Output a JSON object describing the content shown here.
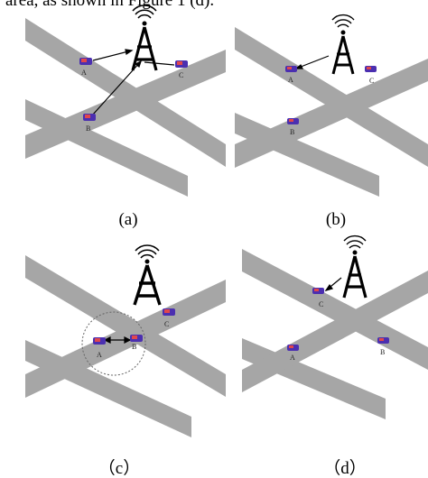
{
  "header_text": "area, as shown in Figure 1 (d).",
  "panels": [
    {
      "caption": "(a)",
      "cars": [
        "A",
        "B",
        "C"
      ]
    },
    {
      "caption": "(b)",
      "cars": [
        "A",
        "B",
        "C"
      ]
    },
    {
      "caption": "（c）",
      "cars": [
        "A",
        "B",
        "C"
      ]
    },
    {
      "caption": "（d）",
      "cars": [
        "A",
        "B",
        "C"
      ]
    }
  ],
  "colors": {
    "road": "#a6a6a6",
    "car_body": "#4b2fb0",
    "car_accent": "#e0474c",
    "tower": "#000000"
  }
}
